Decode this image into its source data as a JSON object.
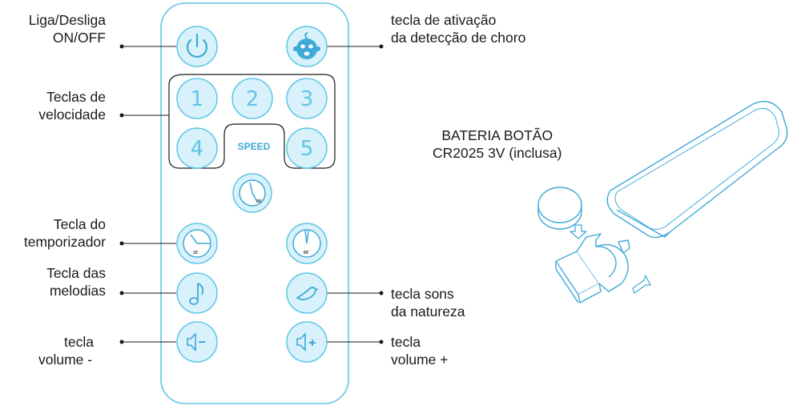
{
  "labels": {
    "power": [
      "Liga/Desliga",
      "ON/OFF"
    ],
    "speed": [
      "Teclas de",
      "velocidade"
    ],
    "timer": [
      "Tecla do",
      "temporizador"
    ],
    "melody": [
      "Tecla das",
      "melodias"
    ],
    "volume_down": [
      "tecla",
      "volume -"
    ],
    "cry_detect": [
      "tecla de ativação",
      "da detecção de choro"
    ],
    "battery": [
      "BATERIA BOTÃO",
      "CR2025 3V (inclusa)"
    ],
    "nature": [
      "tecla sons",
      "da natureza"
    ],
    "volume_up": [
      "tecla",
      "volume +"
    ]
  },
  "remote": {
    "numbers": [
      "1",
      "2",
      "3",
      "4",
      "5"
    ],
    "speed_label": "SPEED",
    "timer_marks": [
      "30'",
      "15'",
      "60'"
    ]
  },
  "colors": {
    "remote_outline": "#5ec6e6",
    "button_fill": "#d8f1fa",
    "icon": "#3fa9d8",
    "speed_group_outline": "#1a1a1a",
    "leader_line": "#1a1a1a"
  },
  "icons": {
    "power": "power-icon",
    "cry": "baby-face-icon",
    "timer": "clock-icon",
    "melody": "music-note-icon",
    "nature": "bird-icon",
    "vol_down": "speaker-minus-icon",
    "vol_up": "speaker-plus-icon"
  }
}
